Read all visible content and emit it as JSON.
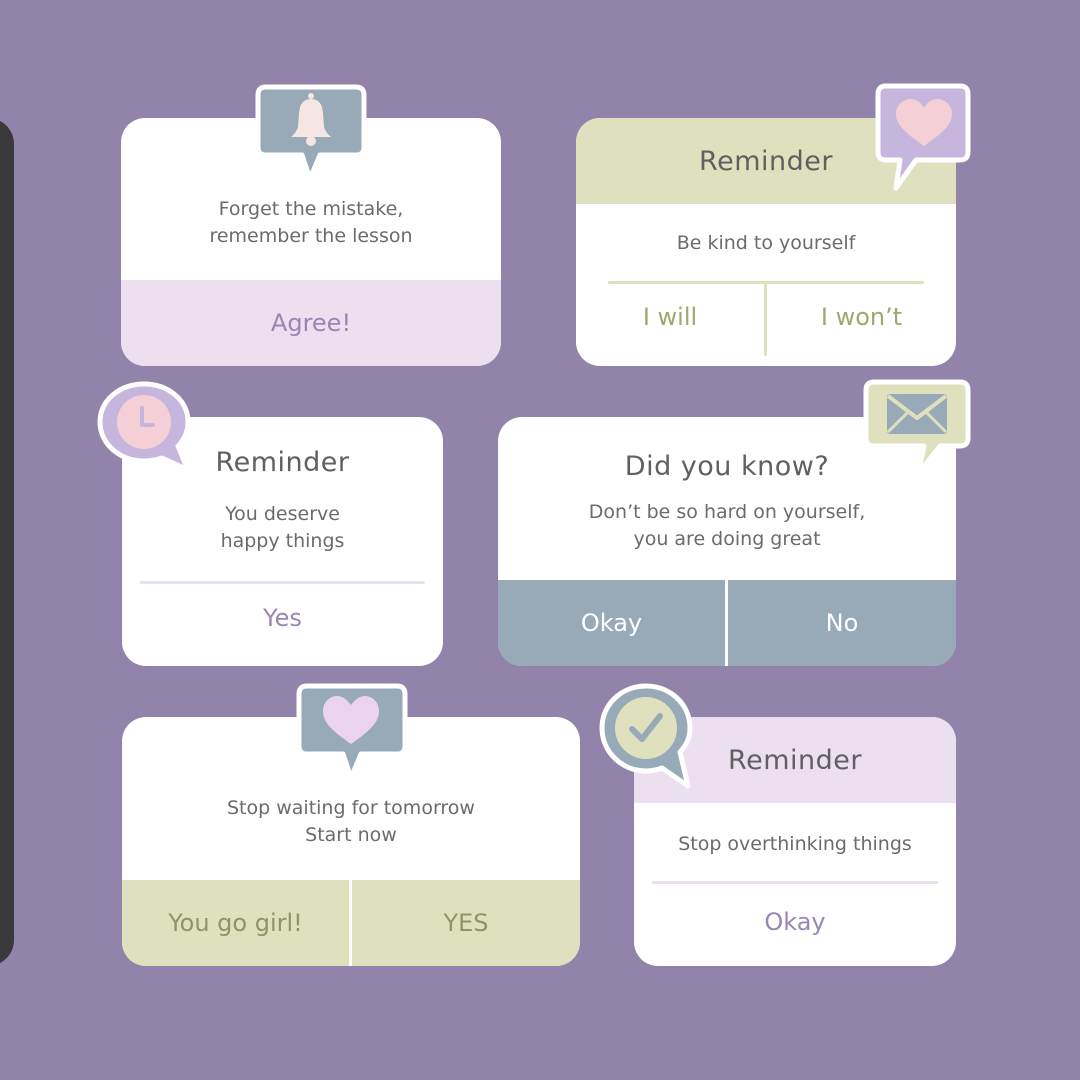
{
  "colors": {
    "background": "#9283ab",
    "lavender": "#ebdff0",
    "sage": "#dfe0bd",
    "slate": "#98a9b8",
    "lilac_icon": "#c6b5dc",
    "pink": "#f5cfd6",
    "purple_text": "#9a86b4",
    "green_text": "#9fa86e"
  },
  "cards": {
    "lesson": {
      "icon": "bell-icon",
      "message": "Forget the mistake,\nremember the lesson",
      "button": "Agree!"
    },
    "kind": {
      "icon": "heart-icon",
      "header": "Reminder",
      "message": "Be kind to yourself",
      "left_button": "I will",
      "right_button": "I won’t"
    },
    "deserve": {
      "icon": "clock-icon",
      "title": "Reminder",
      "message": "You deserve\nhappy things",
      "button": "Yes"
    },
    "didyouknow": {
      "icon": "envelope-icon",
      "title": "Did you know?",
      "message": "Don’t be so hard on yourself,\nyou are doing great",
      "left_button": "Okay",
      "right_button": "No"
    },
    "tomorrow": {
      "icon": "heart-icon",
      "message": "Stop waiting for tomorrow\nStart now",
      "left_button": "You go girl!",
      "right_button": "YES"
    },
    "overthinking": {
      "icon": "checkmark-icon",
      "header": "Reminder",
      "message": "Stop overthinking things",
      "button": "Okay"
    }
  }
}
